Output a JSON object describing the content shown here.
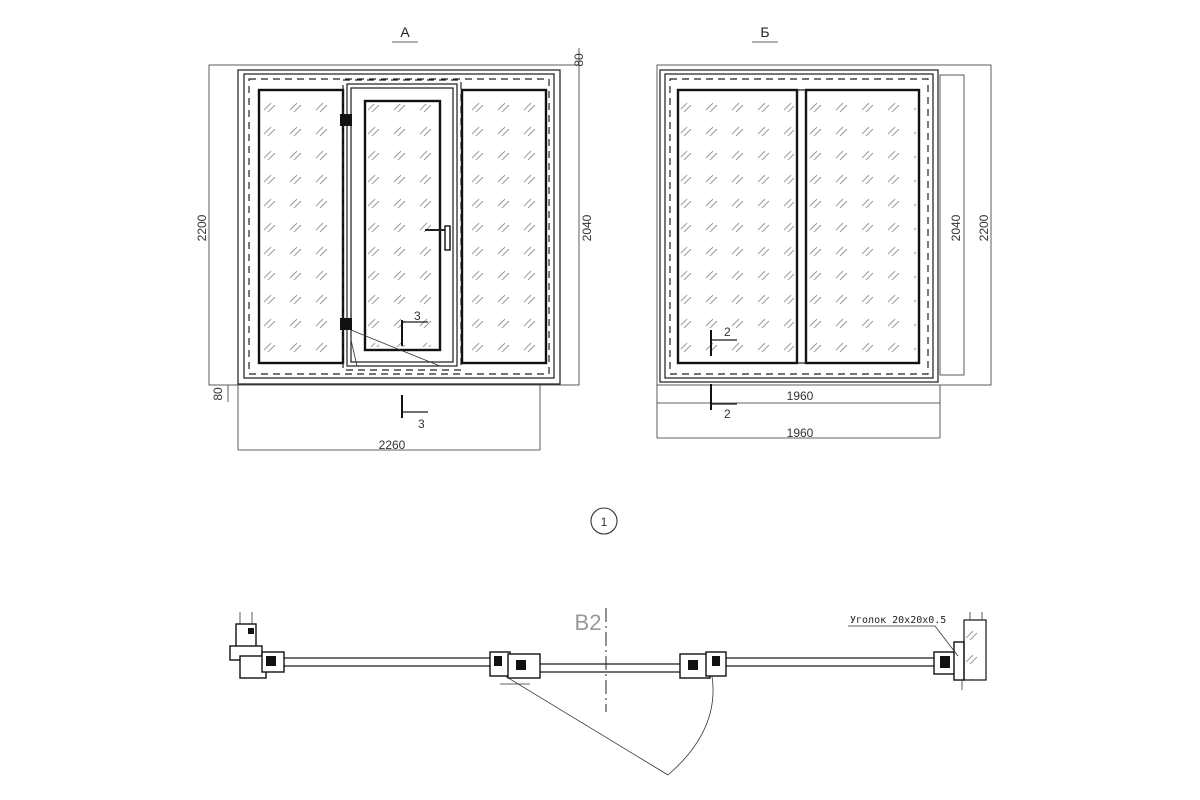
{
  "views": [
    {
      "id": "A",
      "label": "А",
      "width_dim": "2260",
      "height_dim": "2200",
      "inner_height_dim": "2040",
      "offset_dim_top": "80",
      "offset_dim_bottom": "80",
      "section_mark": "3",
      "door_section_mark": "3"
    },
    {
      "id": "B",
      "label": "Б",
      "width_dim": "1960",
      "inner_width_dim": "1960",
      "height_dim": "2200",
      "inner_height_dim": "2040",
      "section_mark": "2",
      "window_section_mark": "2"
    }
  ],
  "detail_number": "1",
  "plan": {
    "axis_label": "B2",
    "note": "Уголок 20x20x0.5"
  }
}
